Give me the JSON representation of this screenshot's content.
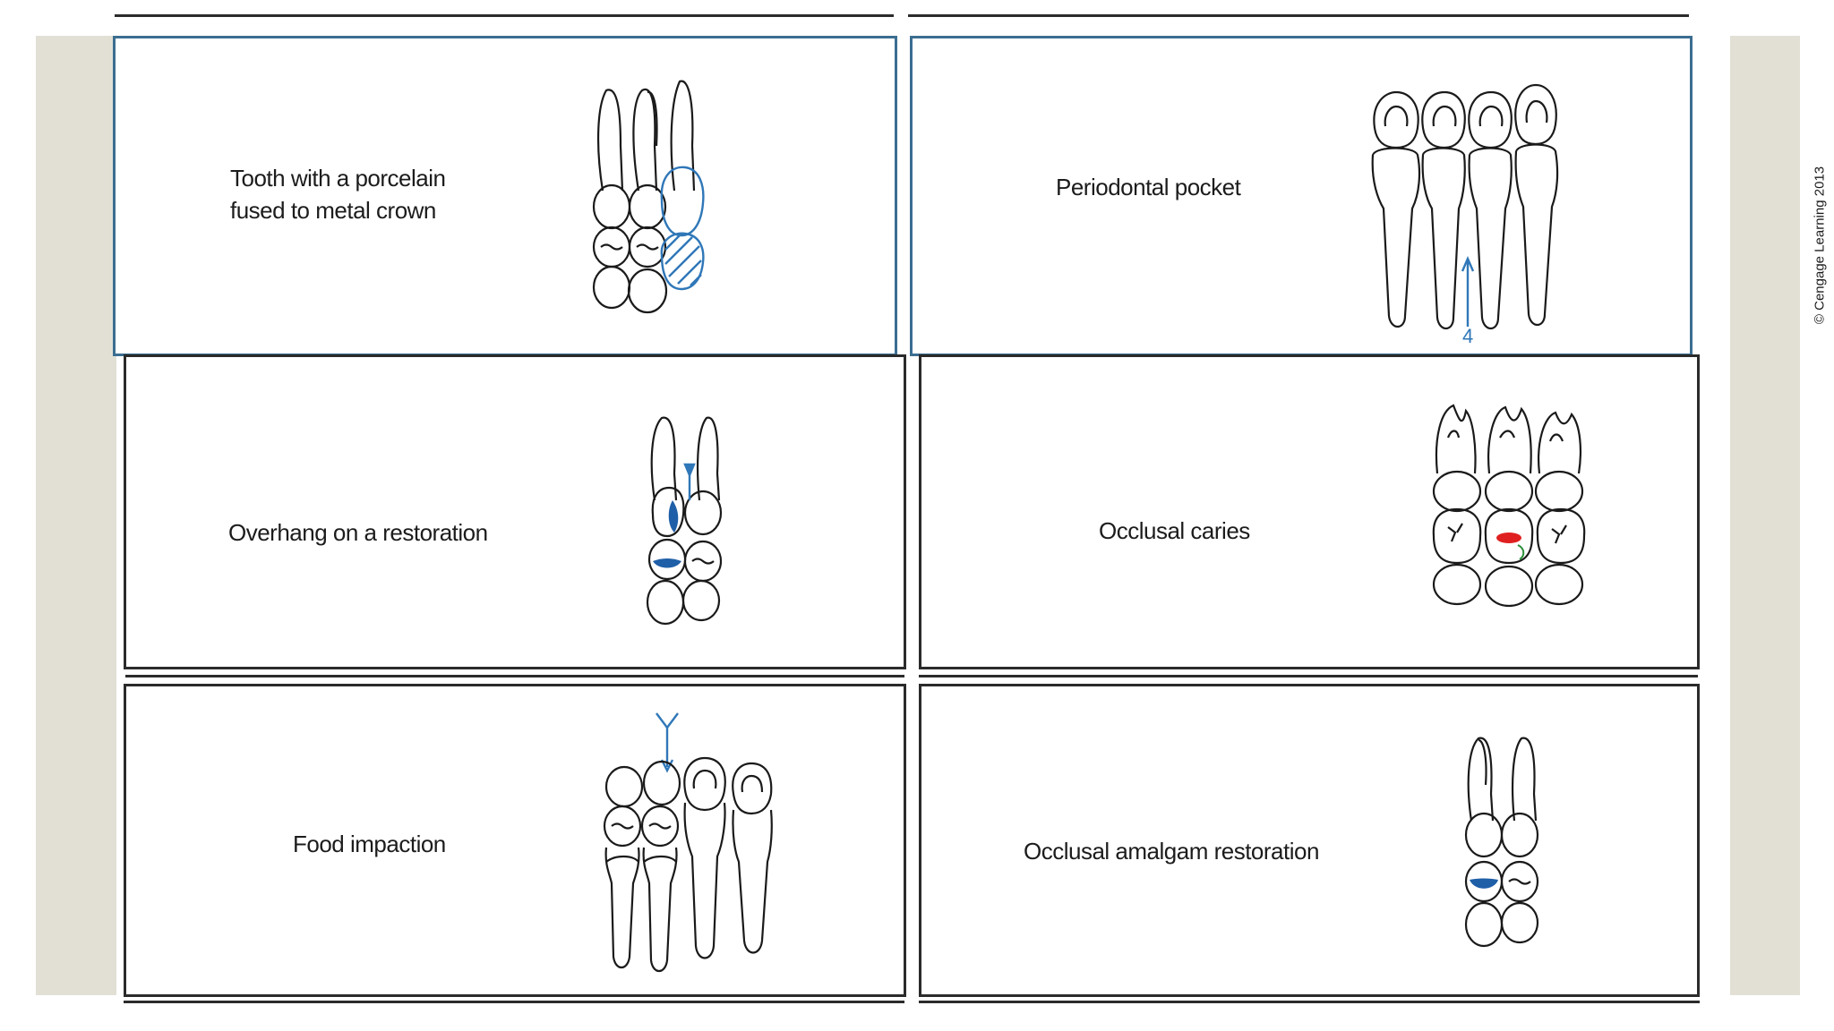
{
  "panels": [
    {
      "id": "porcelain-crown",
      "label": "Tooth with a porcelain\nfused to metal crown"
    },
    {
      "id": "periodontal-pocket",
      "label": "Periodontal pocket",
      "probe_depth": "4"
    },
    {
      "id": "overhang",
      "label": "Overhang on a restoration"
    },
    {
      "id": "occlusal-caries",
      "label": "Occlusal caries"
    },
    {
      "id": "food-impaction",
      "label": "Food impaction"
    },
    {
      "id": "amalgam",
      "label": "Occlusal amalgam restoration"
    }
  ],
  "copyright": "© Cengage Learning 2013",
  "colors": {
    "band": "#e2e0d5",
    "border": "#2b2b2b",
    "frame_blue": "#3b6e91",
    "tooth_line": "#1a1a1a",
    "marker_blue": "#2f77b8",
    "caries_red": "#e02020",
    "restoration_blue": "#1f5fa8"
  }
}
